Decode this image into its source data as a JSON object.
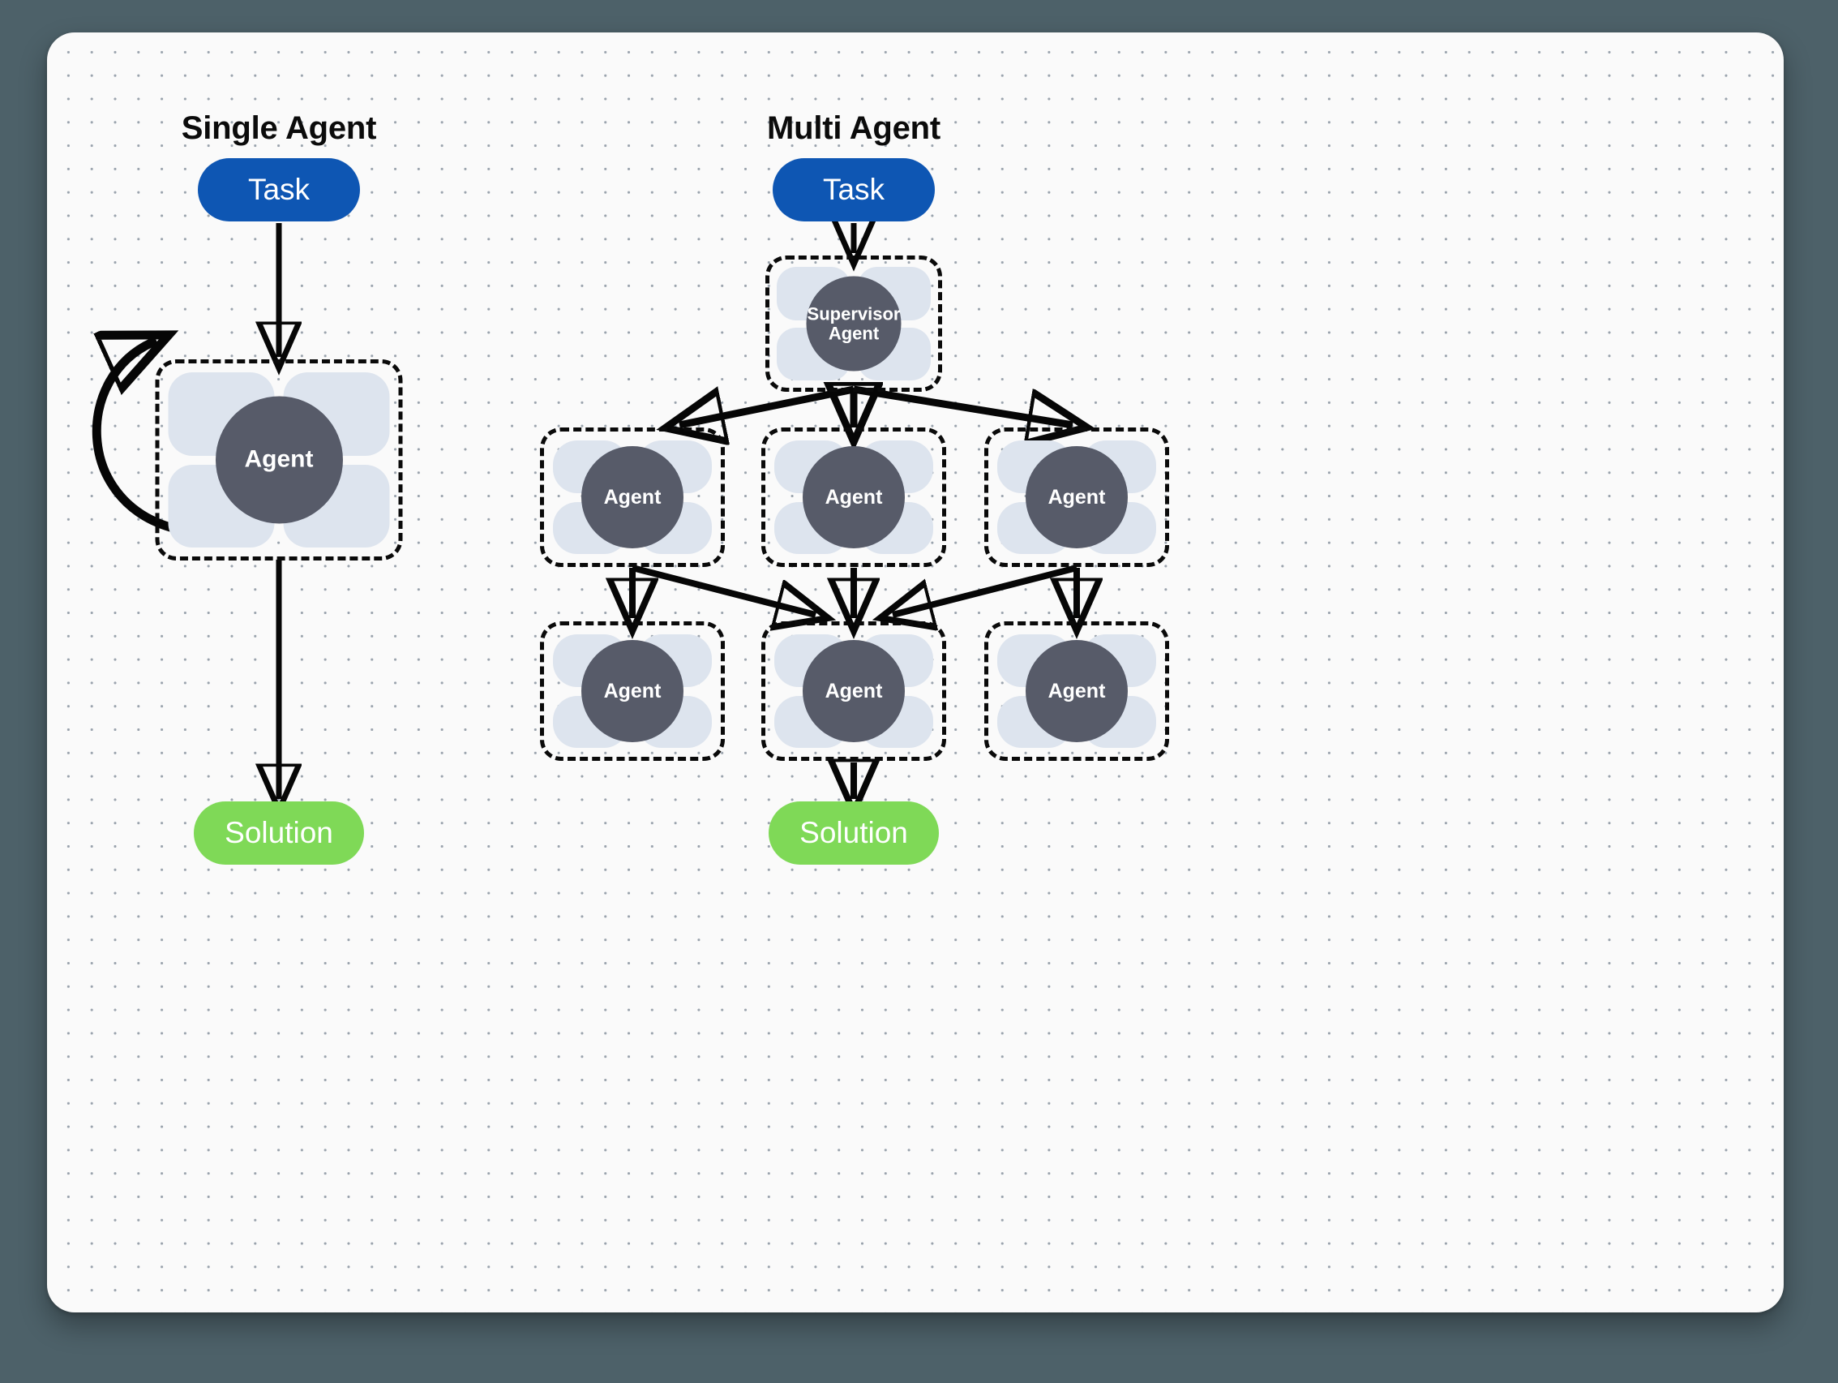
{
  "canvas": {
    "background_color": "#fafafa",
    "backdrop_color": "#4d6169",
    "dot_color": "#9aa3ad"
  },
  "palette": {
    "task_blue": "#0e56b3",
    "solution_green": "#7fd957",
    "agent_circle": "#575b69",
    "tool_tile": "#dde4ee",
    "stroke": "#060606"
  },
  "sections": [
    {
      "id": "single",
      "title": "Single Agent"
    },
    {
      "id": "multi",
      "title": "Multi Agent"
    }
  ],
  "single_agent": {
    "title": "Single Agent",
    "task_label": "Task",
    "agent_label": "Agent",
    "solution_label": "Solution",
    "feedback_loop": true
  },
  "multi_agent": {
    "title": "Multi Agent",
    "task_label": "Task",
    "supervisor_label": "Supervisor\nAgent",
    "solution_label": "Solution",
    "row_one": [
      {
        "label": "Agent"
      },
      {
        "label": "Agent"
      },
      {
        "label": "Agent"
      }
    ],
    "row_two": [
      {
        "label": "Agent"
      },
      {
        "label": "Agent"
      },
      {
        "label": "Agent"
      }
    ]
  }
}
